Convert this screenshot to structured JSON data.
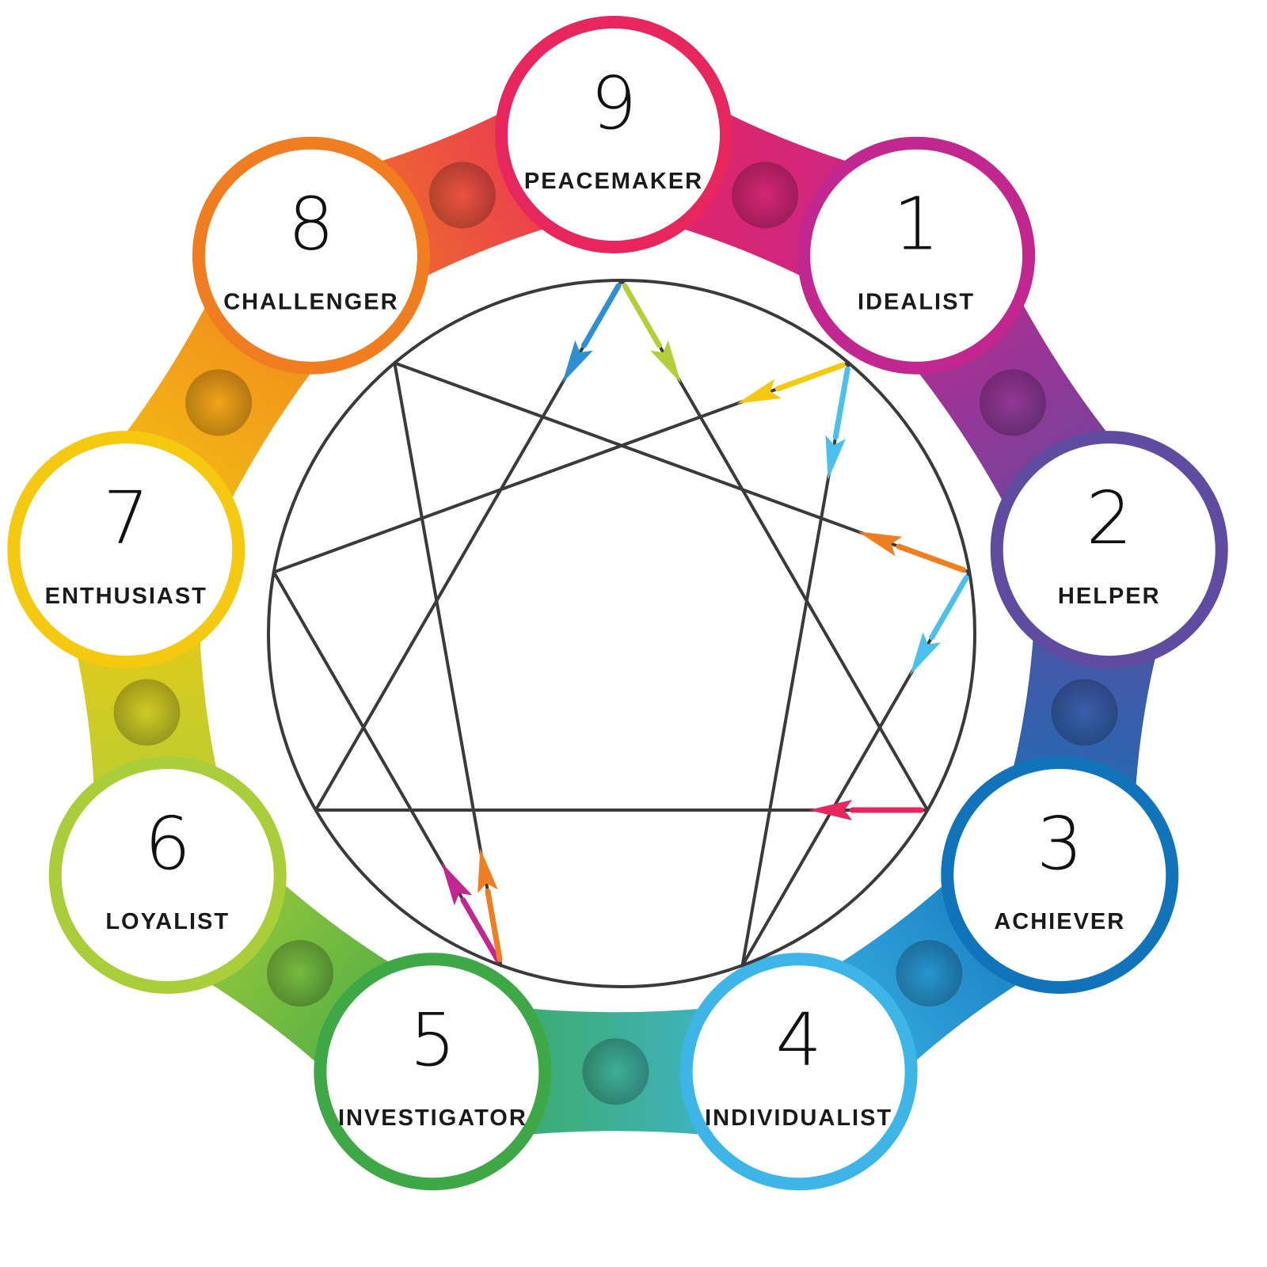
{
  "types": [
    {
      "number": "9",
      "name": "PEACEMAKER",
      "color": "#E8265E"
    },
    {
      "number": "1",
      "name": "IDEALIST",
      "color": "#C2268F"
    },
    {
      "number": "2",
      "name": "HELPER",
      "color": "#5F4B9F"
    },
    {
      "number": "3",
      "name": "ACHIEVER",
      "color": "#1173B9"
    },
    {
      "number": "4",
      "name": "INDIVIDUALIST",
      "color": "#3DB6E7"
    },
    {
      "number": "5",
      "name": "INVESTIGATOR",
      "color": "#3FA846"
    },
    {
      "number": "6",
      "name": "LOYALIST",
      "color": "#A9CE3A"
    },
    {
      "number": "7",
      "name": "ENTHUSIAST",
      "color": "#F4C90F"
    },
    {
      "number": "8",
      "name": "CHALLENGER",
      "color": "#F07E21"
    }
  ],
  "connections": [
    {
      "from": "9",
      "to": "3"
    },
    {
      "from": "9",
      "to": "6"
    },
    {
      "from": "1",
      "to": "7"
    },
    {
      "from": "1",
      "to": "4"
    },
    {
      "from": "2",
      "to": "4"
    },
    {
      "from": "2",
      "to": "8"
    },
    {
      "from": "3",
      "to": "6"
    },
    {
      "from": "5",
      "to": "7"
    },
    {
      "from": "5",
      "to": "8"
    }
  ],
  "arrow_colors": {
    "9-3": "#B2CF3A",
    "9-6": "#2F8FD3",
    "1-7": "#F4C90F",
    "1-4": "#4CC0EC",
    "2-4": "#4CC0EC",
    "2-8": "#F07E21",
    "3-6": "#E8265E",
    "5-7": "#C2268F",
    "5-8": "#F07E21"
  }
}
